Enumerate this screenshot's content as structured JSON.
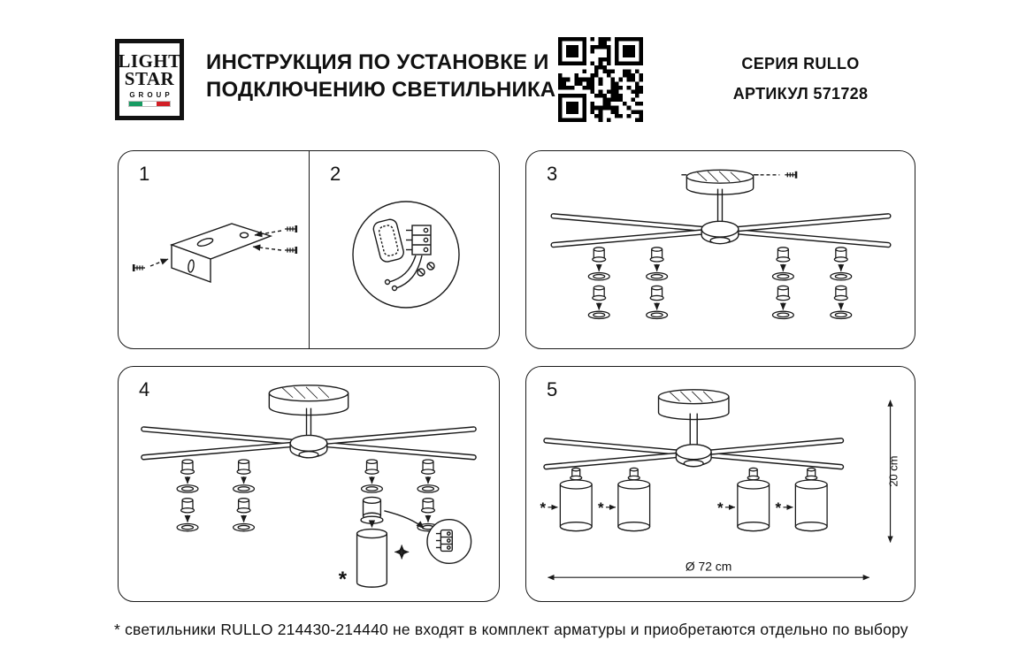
{
  "header": {
    "logo": {
      "word1": "LIGHT",
      "word2": "STAR",
      "word3": "GROUP"
    },
    "title_line1": "ИНСТРУКЦИЯ ПО УСТАНОВКЕ И",
    "title_line2": "ПОДКЛЮЧЕНИЮ СВЕТИЛЬНИКА",
    "series_label": "СЕРИЯ RULLO",
    "article_label": "АРТИКУЛ 571728"
  },
  "steps": [
    {
      "number": "1"
    },
    {
      "number": "2"
    },
    {
      "number": "3"
    },
    {
      "number": "4"
    },
    {
      "number": "5"
    }
  ],
  "diagram": {
    "marker_symbol": "*",
    "height_label": "20 cm",
    "diameter_label": "Ø 72 cm"
  },
  "footnote": "* светильники RULLO 214430-214440 не входят в комплект арматуры и приобретаются отдельно по выбору",
  "colors": {
    "ink": "#1a1a1a",
    "background": "#ffffff",
    "flag": [
      "#169b62",
      "#ffffff",
      "#d21f26"
    ]
  }
}
